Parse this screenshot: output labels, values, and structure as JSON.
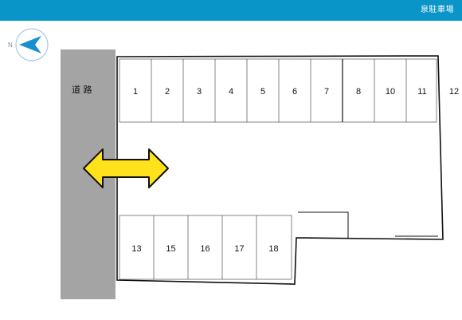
{
  "header": {
    "title": "泉駐車場",
    "color": "#0a95c8"
  },
  "compass": {
    "label": "N",
    "pointer_color": "#1a8fd0",
    "ring_color": "#a9c9e6"
  },
  "road": {
    "label": "道 路",
    "fill": "#a4a4a4"
  },
  "spaces": {
    "top_row": [
      "1",
      "2",
      "3",
      "4",
      "5",
      "6",
      "7",
      "8",
      "10",
      "11",
      "12"
    ],
    "bottom_row": [
      "13",
      "15",
      "16",
      "17",
      "18"
    ]
  },
  "entrance_arrow": {
    "fill": "#ffe21a",
    "stroke": "#111111"
  }
}
